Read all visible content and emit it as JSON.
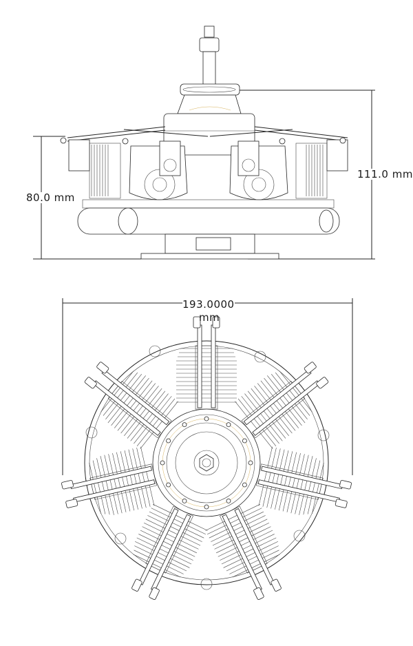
{
  "dimensions": {
    "overall_height": "111.0 mm",
    "side_height": "80.0 mm",
    "width_value": "193.0000",
    "width_unit": "mm"
  },
  "colors": {
    "line": "#222222",
    "accent_text": "#d8b25a",
    "background": "#ffffff"
  }
}
